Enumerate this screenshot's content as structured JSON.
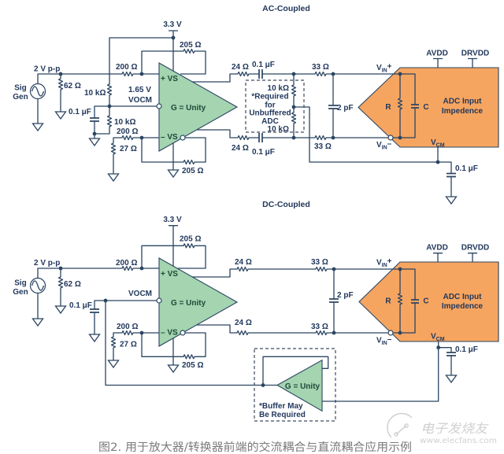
{
  "colors": {
    "wire": "#2b4562",
    "label_text": "#22385c",
    "amp_text": "#1f4838",
    "amp_fill": "#a4d4b0",
    "adc_fill": "#f6a560",
    "caption_text": "#7a7a7a",
    "watermark": "#c8c8c8",
    "background": "#ffffff"
  },
  "ac_coupled": {
    "title": "AC-Coupled",
    "supply_voltage": "3.3 V",
    "source": {
      "amplitude": "2 V p-p",
      "label_line1": "Sig",
      "label_line2": "Gen"
    },
    "r_termination": "62 Ω",
    "vocm": {
      "r_top": "10 kΩ",
      "r_bottom": "10 kΩ",
      "c_bypass": "0.1 μF",
      "voltage": "1.65 V",
      "pin_label": "VOCM"
    },
    "amplifier": {
      "pos_supply_label": "+ VS",
      "neg_supply_label": "– VS",
      "gain": "G = Unity"
    },
    "r_in_pos": "200 Ω",
    "r_in_neg": "200 Ω",
    "r_ground": "27 Ω",
    "r_feedback_pos": "205 Ω",
    "r_feedback_neg": "205 Ω",
    "r_out_pos": "24 Ω",
    "r_out_neg": "24 Ω",
    "c_coupling_pos": "0.1 μF",
    "c_coupling_neg": "0.1 μF",
    "bias_network": {
      "r_top": "10 kΩ",
      "r_bottom": "10 kΩ",
      "note": [
        "*Required",
        "for",
        "Unbuffered",
        "ADC"
      ]
    },
    "r_filter_pos": "33 Ω",
    "r_filter_neg": "33 Ω",
    "c_filter": "2 pF",
    "adc": {
      "vin_pos": {
        "main": "V",
        "sub": "IN",
        "sign": "+"
      },
      "vin_neg": {
        "main": "V",
        "sub": "IN",
        "sign": "–"
      },
      "vcm": {
        "main": "V",
        "sub": "CM"
      },
      "avdd": "AVDD",
      "drvdd": "DRVDD",
      "r_label": "R",
      "c_label": "C",
      "title_line1": "ADC Input",
      "title_line2": "Impedence"
    },
    "c_vcm": "0.1 μF"
  },
  "dc_coupled": {
    "title": "DC-Coupled",
    "supply_voltage": "3.3 V",
    "source": {
      "amplitude": "2 V p-p",
      "label_line1": "Sig",
      "label_line2": "Gen"
    },
    "r_termination": "62 Ω",
    "vocm": {
      "c_bypass": "0.1 μF",
      "pin_label": "VOCM"
    },
    "amplifier": {
      "pos_supply_label": "+ VS",
      "neg_supply_label": "– VS",
      "gain": "G = Unity"
    },
    "r_in_pos": "200 Ω",
    "r_in_neg": "200 Ω",
    "r_ground": "27 Ω",
    "r_feedback_pos": "205 Ω",
    "r_feedback_neg": "205 Ω",
    "r_out_pos": "24 Ω",
    "r_out_neg": "24 Ω",
    "r_filter_pos": "33 Ω",
    "r_filter_neg": "33 Ω",
    "c_filter": "2 pF",
    "adc": {
      "vin_pos": {
        "main": "V",
        "sub": "IN",
        "sign": "+"
      },
      "vin_neg": {
        "main": "V",
        "sub": "IN",
        "sign": "–"
      },
      "vcm": {
        "main": "V",
        "sub": "CM"
      },
      "avdd": "AVDD",
      "drvdd": "DRVDD",
      "r_label": "R",
      "c_label": "C",
      "title_line1": "ADC Input",
      "title_line2": "Impedence"
    },
    "c_vcm": "0.1 μF",
    "buffer": {
      "gain": "G = Unity",
      "note": [
        "*Buffer May",
        "Be Required"
      ]
    }
  },
  "figure": {
    "caption": "图2. 用于放大器/转换器前端的交流耦合与直流耦合应用示例",
    "watermark": {
      "brand": "电子发烧友",
      "url": "www.elecfans.com"
    }
  }
}
